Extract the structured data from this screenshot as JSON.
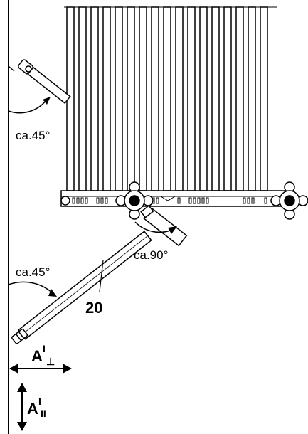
{
  "labels": {
    "angle_top": "ca.45°",
    "angle_middle": "ca.90°",
    "angle_bottom": "ca.45°",
    "part_number": "20",
    "dim_perp_main": "A",
    "dim_perp_sub": "⊥",
    "dim_par_main": "A",
    "dim_par_sub": "II"
  }
}
